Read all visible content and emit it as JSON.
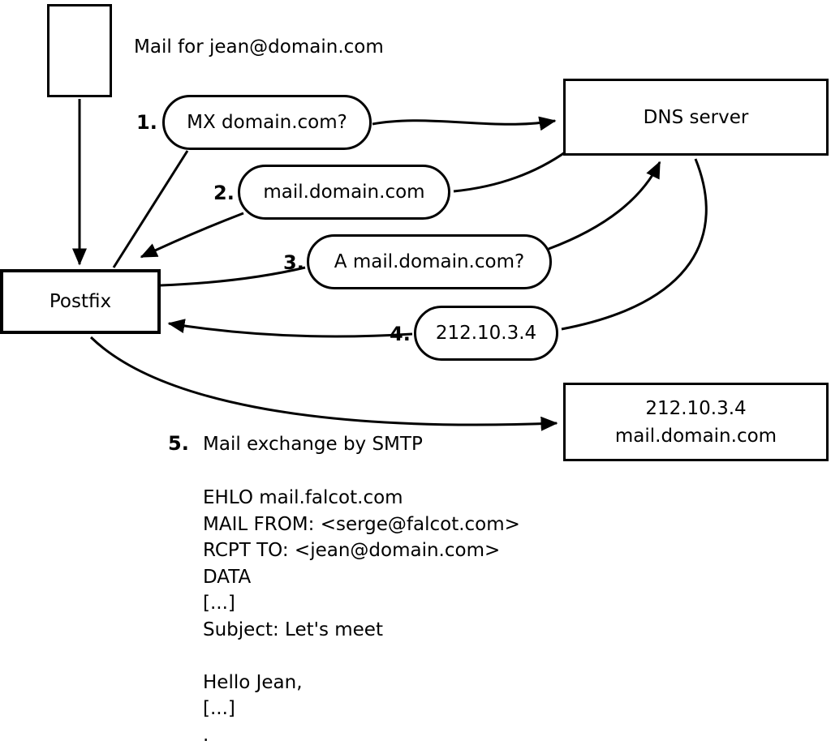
{
  "diagram": {
    "mail_label": "Mail for jean@domain.com",
    "postfix_label": "Postfix",
    "dns_label": "DNS server",
    "steps": [
      {
        "num": "1.",
        "label": "MX domain.com?"
      },
      {
        "num": "2.",
        "label": "mail.domain.com"
      },
      {
        "num": "3.",
        "label": "A mail.domain.com?"
      },
      {
        "num": "4.",
        "label": "212.10.3.4"
      }
    ],
    "step5": {
      "num": "5.",
      "label": "Mail exchange by SMTP"
    },
    "server_box": {
      "line1": "212.10.3.4",
      "line2": "mail.domain.com"
    },
    "smtp_transcript": "EHLO mail.falcot.com\nMAIL FROM: <serge@falcot.com>\nRCPT TO: <jean@domain.com>\nDATA\n[...]\nSubject: Let's meet\n\nHello Jean,\n[...]\n.",
    "colors": {
      "stroke": "#000000",
      "background": "#ffffff"
    }
  }
}
